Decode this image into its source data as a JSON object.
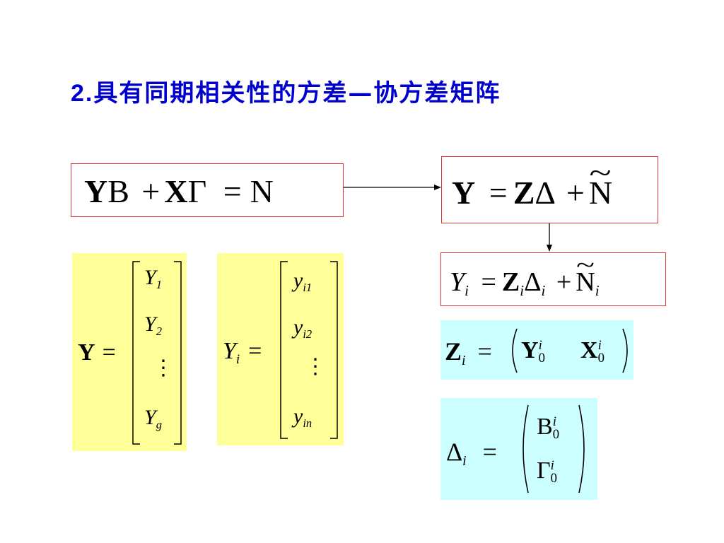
{
  "title": {
    "number": "2.",
    "text": "具有同期相关性的方差—协方差矩阵"
  },
  "eq1": {
    "Y": "Y",
    "B": "B",
    "plus": "+",
    "X": "X",
    "Gamma": "Γ",
    "eq": "=",
    "N": "N"
  },
  "eq2": {
    "Y": "Y",
    "eq": "=",
    "Z": "Z",
    "Delta": "Δ",
    "plus": "+",
    "N": "N"
  },
  "eq3": {
    "Y": "Y",
    "i": "i",
    "eq": "=",
    "Z": "Z",
    "Delta": "Δ",
    "plus": "+",
    "N": "N"
  },
  "matY": {
    "lhs": "Y",
    "eq": "=",
    "entries": [
      {
        "base": "Y",
        "sub": "1"
      },
      {
        "base": "Y",
        "sub": "2"
      },
      {
        "base": "⋮",
        "sub": ""
      },
      {
        "base": "Y",
        "sub": "g"
      }
    ]
  },
  "matYi": {
    "lhs": "Y",
    "lhs_sub": "i",
    "eq": "=",
    "entries": [
      {
        "base": "y",
        "sub": "i1"
      },
      {
        "base": "y",
        "sub": "i2"
      },
      {
        "base": "⋮",
        "sub": ""
      },
      {
        "base": "y",
        "sub": "in"
      }
    ]
  },
  "eqZi": {
    "Z": "Z",
    "i": "i",
    "eq": "=",
    "Y": "Y",
    "X": "X",
    "sup": "i",
    "sub": "0"
  },
  "eqDelta": {
    "Delta": "Δ",
    "i": "i",
    "eq": "=",
    "B": "B",
    "Gamma": "Γ",
    "sup": "i",
    "sub": "0"
  },
  "colors": {
    "title": "#0000cc",
    "box_border": "#e03030",
    "yellow": "#ffff99",
    "cyan": "#ccffff"
  }
}
